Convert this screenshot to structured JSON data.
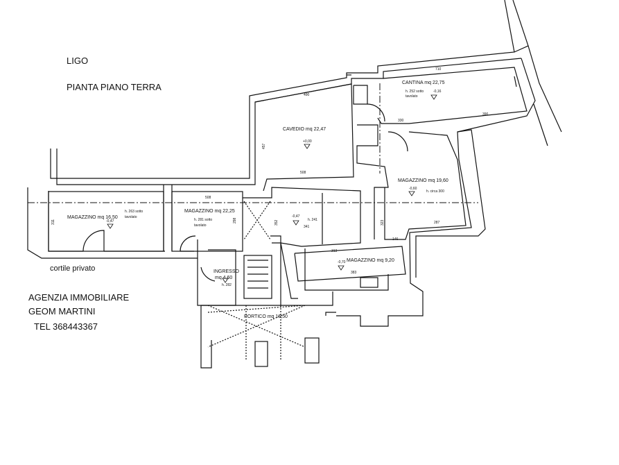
{
  "header": {
    "location": "LIGO",
    "plan_title": "PIANTA PIANO  TERRA"
  },
  "agency": {
    "line1": "AGENZIA IMMOBILIARE",
    "line2": "GEOM MARTINI",
    "phone": "TEL 368443367"
  },
  "labels": {
    "courtyard": "cortile  privato"
  },
  "rooms": {
    "magazzino_left": {
      "name": "MAGAZZINO mq 16,50",
      "level": "-0,47",
      "height": "h. 263 sotto",
      "height2": "tavolato"
    },
    "magazzino_mid": {
      "name": "MAGAZZINO mq 22,25",
      "height": "h. 281 sotto",
      "height2": "tavolato"
    },
    "cavedio": {
      "name": "CAVEDIO mq 22,47",
      "level": "+0,00"
    },
    "cantina": {
      "name": "CANTINA mq 22,75",
      "level": "-0,16",
      "height": "h. 252 sotto",
      "height2": "tavolato"
    },
    "magazzino_right": {
      "name": "MAGAZZINO mq 19,60",
      "level": "-0,60",
      "height": "h. circa 300"
    },
    "middle_room": {
      "level": "-0,47",
      "height": "h. 241"
    },
    "ingresso": {
      "name1": "INGRESSO",
      "name2": "mq 4,60",
      "height": "h. 282"
    },
    "magazzino_low": {
      "name": "MAGAZZINO mq 9,20",
      "level": "-0,70"
    },
    "portico": {
      "name": "PORTICO mq 16,50"
    }
  },
  "dimensions": {
    "d_top_cantina": "710",
    "d_cavedio_top": "490",
    "d_cavedio_bottom": "508",
    "d_cavedio_side": "457",
    "d_cantina_right": "390",
    "d_cantina_mid": "330",
    "d_mag_mid_top": "508",
    "d_mag_right_bottom": "287",
    "d_mid_341": "341",
    "d_low_383": "383",
    "d_low_313": "313",
    "d_left_side": "311",
    "d_mid_side1": "298",
    "d_mid_side2": "352",
    "d_mid_side3": "323",
    "d_right_side": "146"
  }
}
